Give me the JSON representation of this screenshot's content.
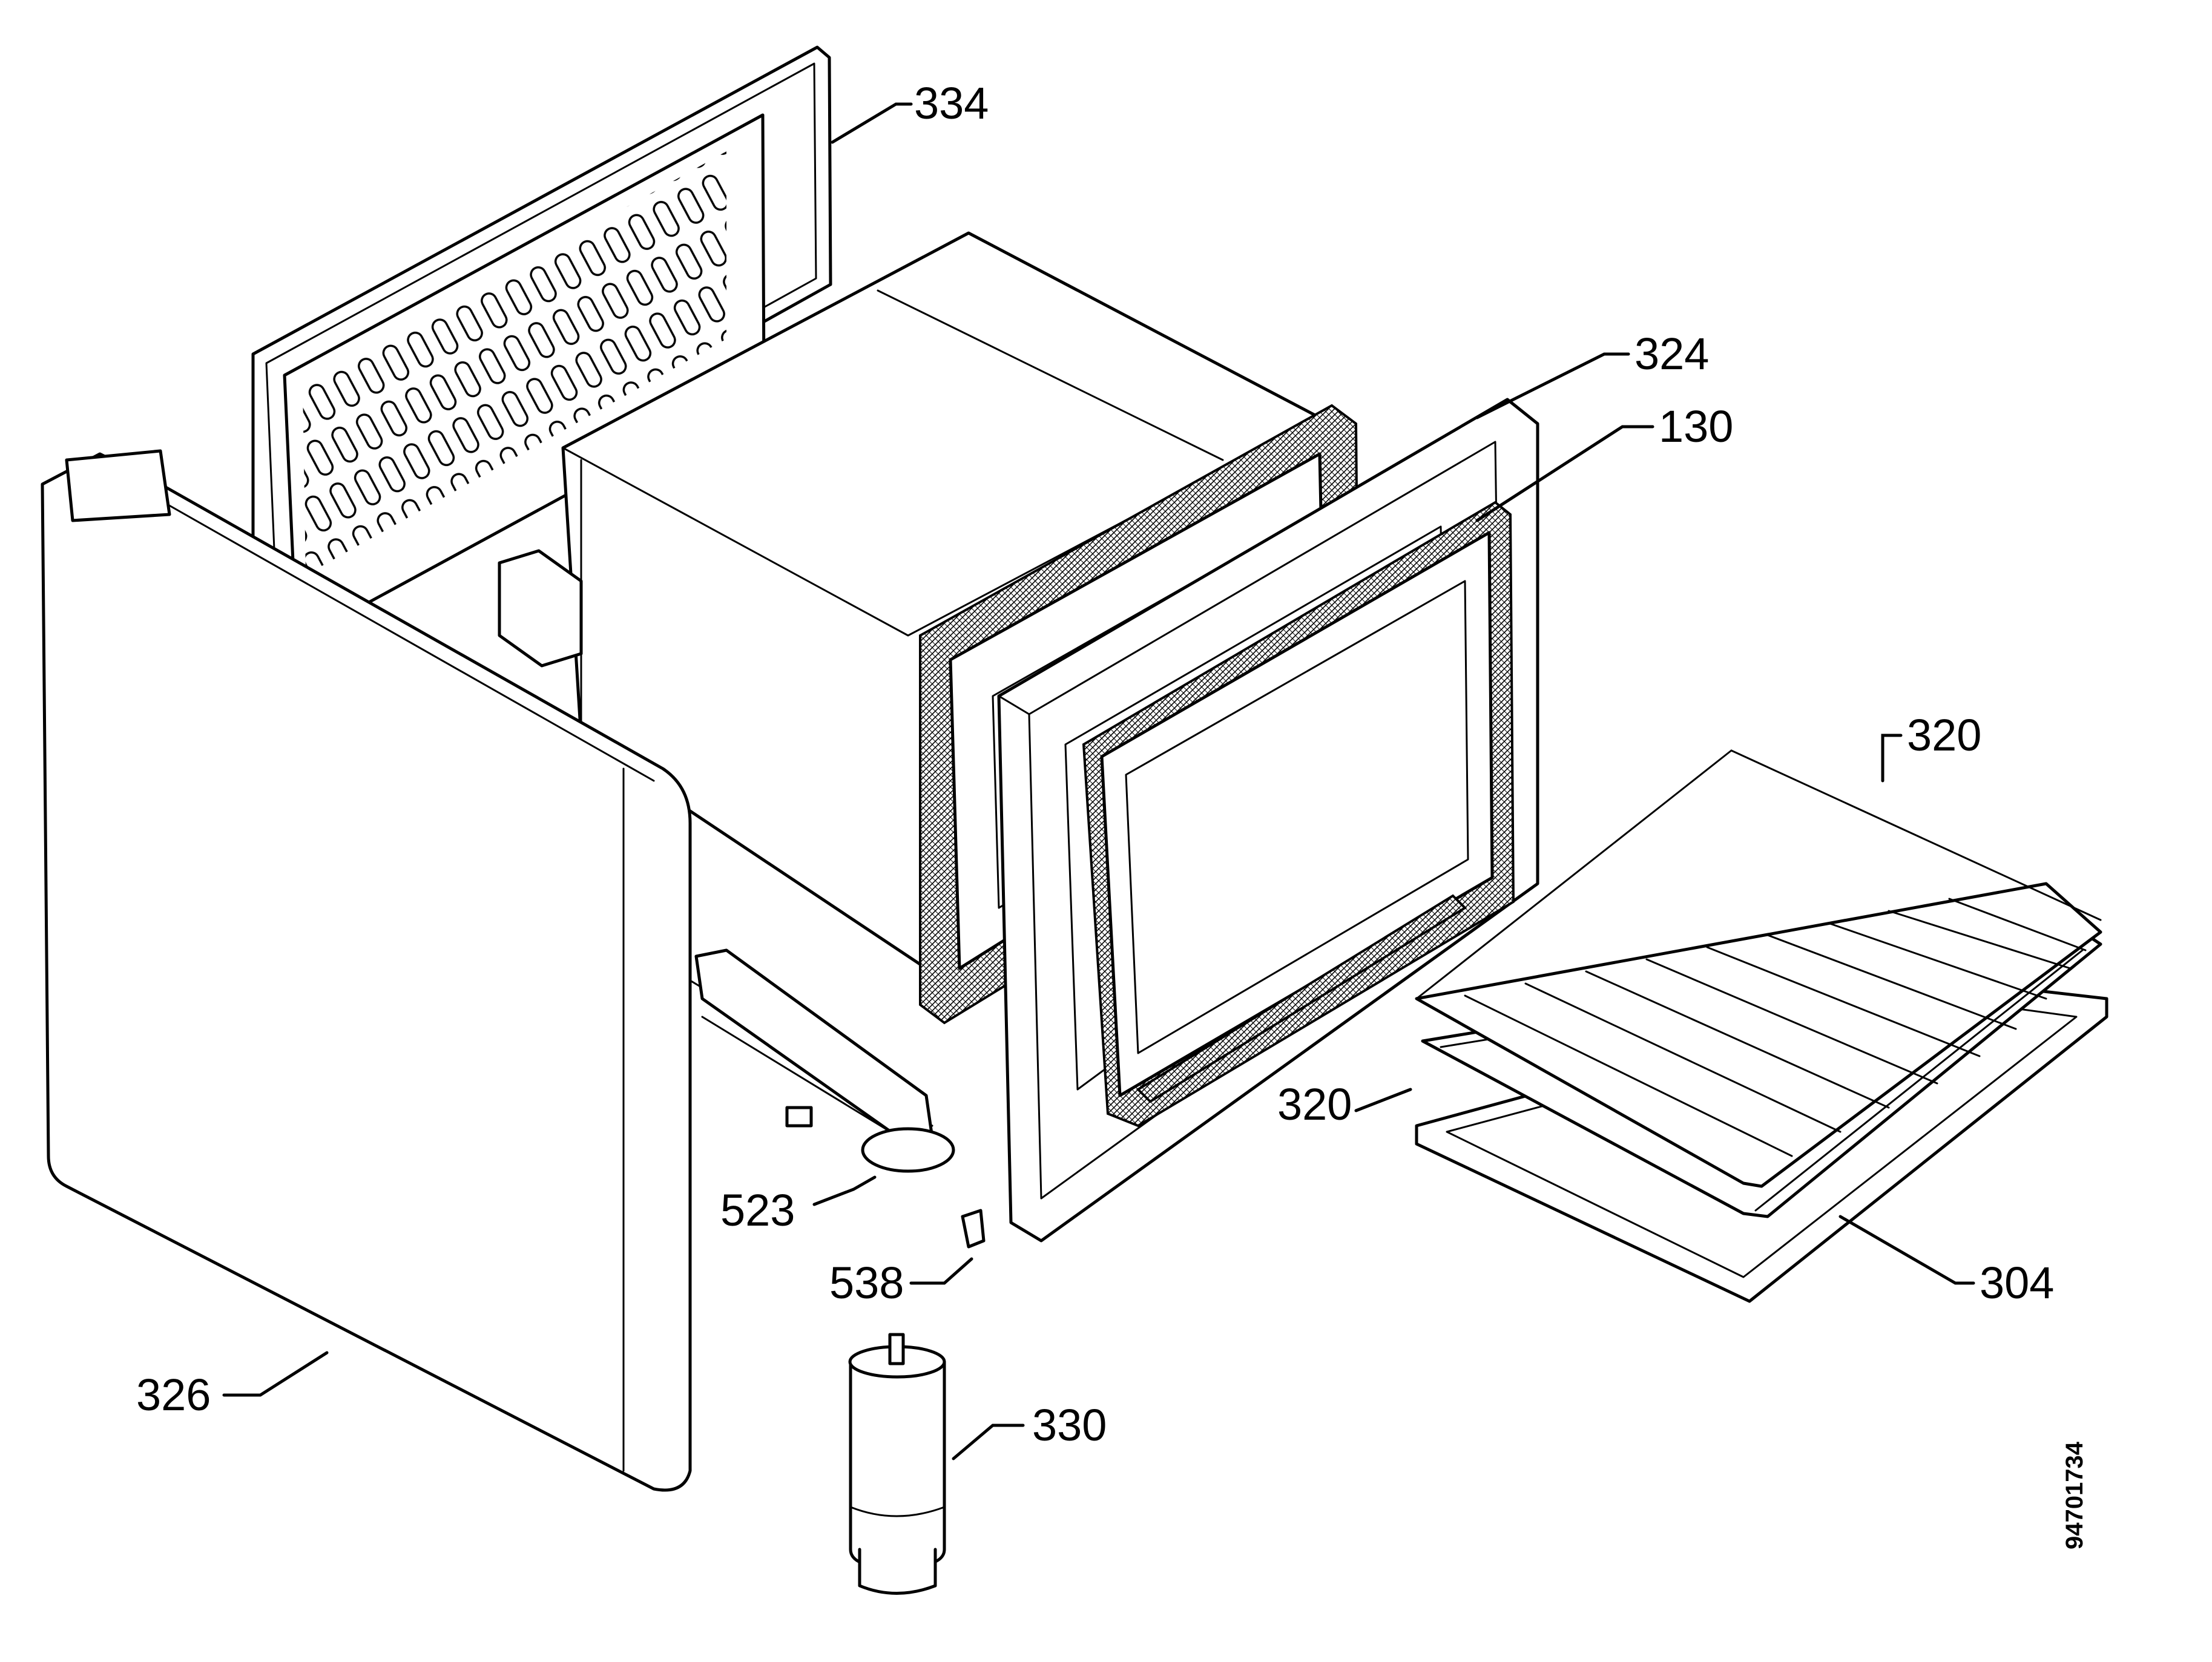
{
  "callouts": {
    "c334": "334",
    "c324": "324",
    "c130": "130",
    "c320_rack": "320",
    "c320_lower": "320",
    "c304": "304",
    "c523": "523",
    "c538": "538",
    "c326": "326",
    "c330": "330"
  },
  "document_id": "94701734",
  "colors": {
    "line": "#000000",
    "background": "#ffffff"
  }
}
